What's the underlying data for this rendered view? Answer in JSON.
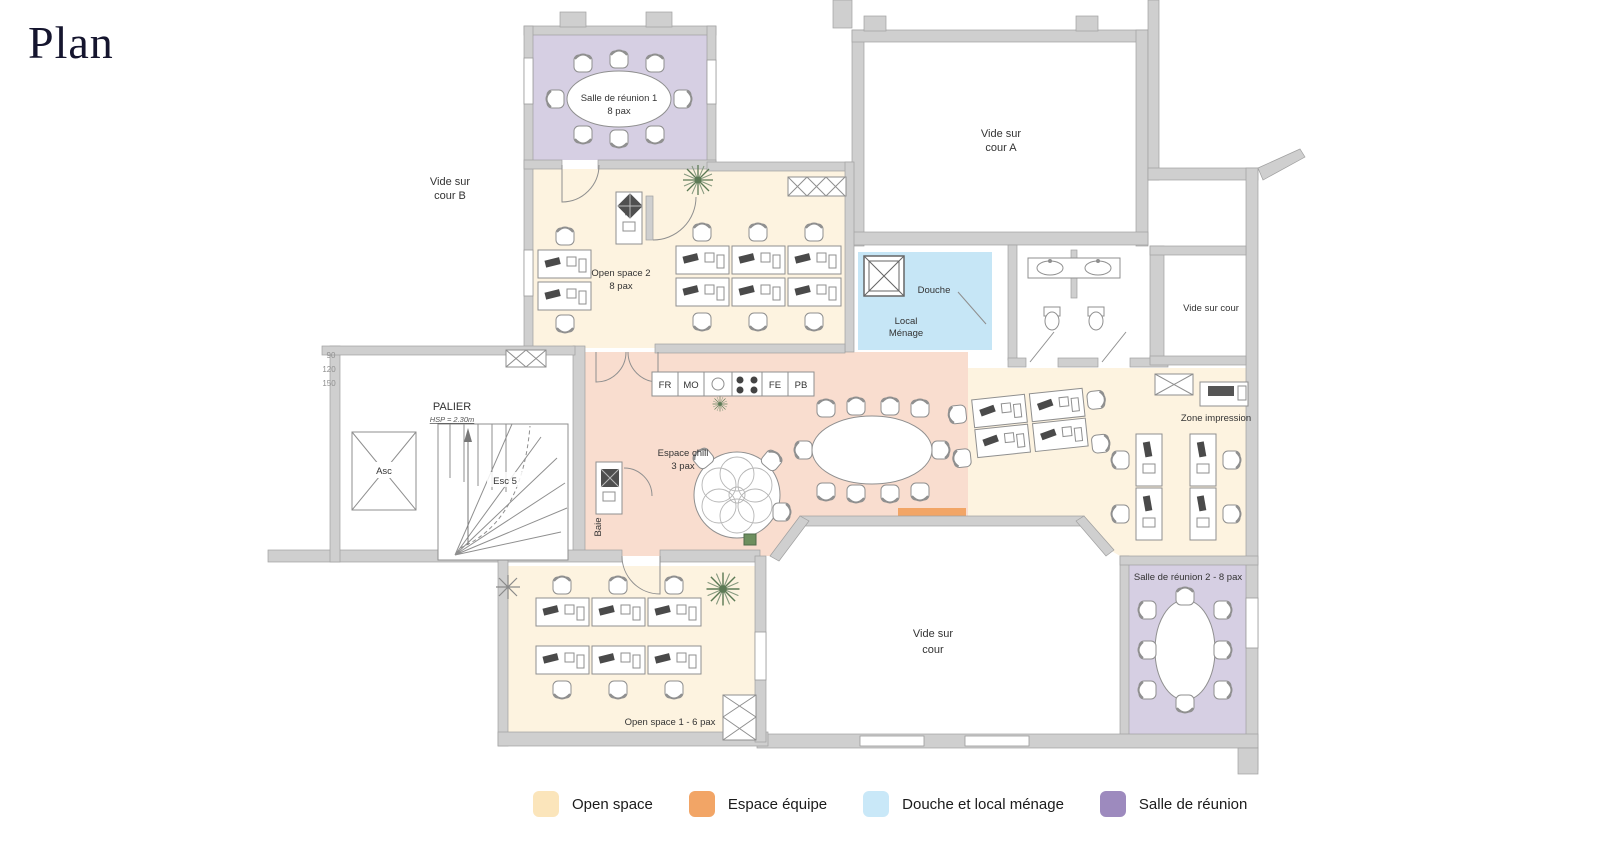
{
  "page": {
    "title": "Plan"
  },
  "colors": {
    "open_space": "#fdf3e0",
    "espace_chill": "#f9ddcf",
    "espace_equipe": "#f2a566",
    "douche": "#c6e6f6",
    "salle_reunion": "#d6cfe3",
    "wall": "#cfcfcf"
  },
  "rooms": {
    "salle_reunion_1": {
      "name": "Salle de réunion 1",
      "capacity": "8 pax"
    },
    "salle_reunion_2": {
      "name": "Salle de réunion 2 - 8 pax"
    },
    "open_space_2": {
      "name": "Open space 2",
      "capacity": "8 pax"
    },
    "open_space_1": {
      "name": "Open space 1 - 6 pax"
    },
    "espace_chill": {
      "name": "Espace chill",
      "capacity": "3 pax"
    },
    "douche": {
      "name": "Douche"
    },
    "local_menage": {
      "line1": "Local",
      "line2": "Ménage"
    },
    "palier": {
      "name": "PALIER",
      "note": "HSP = 2.30m"
    },
    "asc": {
      "name": "Asc"
    },
    "esc": {
      "name": "Esc 5"
    },
    "zone_impression": {
      "name": "Zone impression"
    },
    "baie": {
      "name": "Baie"
    },
    "vide_cour_a": {
      "line1": "Vide sur",
      "line2": "cour A"
    },
    "vide_cour_b": {
      "line1": "Vide sur",
      "line2": "cour B"
    },
    "vide_cour_right": {
      "name": "Vide sur cour"
    },
    "vide_cour_bottom": {
      "line1": "Vide sur",
      "line2": "cour"
    }
  },
  "kitchen": {
    "fr": "FR",
    "mo": "MO",
    "fe": "FE",
    "pb": "PB"
  },
  "dimensions": {
    "d1": "90",
    "d2": "120",
    "d3": "150"
  },
  "legend": {
    "items": [
      {
        "label": "Open space",
        "color": "#fbe5bb"
      },
      {
        "label": "Espace équipe",
        "color": "#f2a566"
      },
      {
        "label": "Douche et local ménage",
        "color": "#c9e8f8"
      },
      {
        "label": "Salle de réunion",
        "color": "#9d8abe"
      }
    ]
  }
}
